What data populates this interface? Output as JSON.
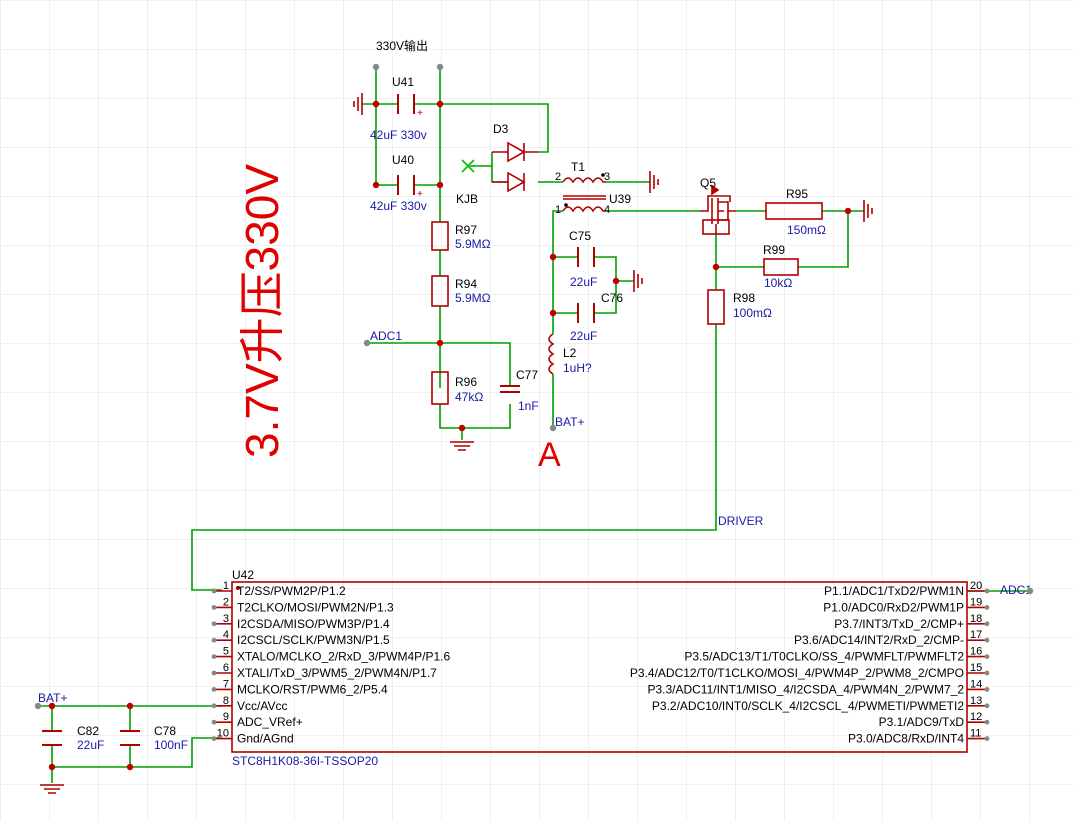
{
  "colors": {
    "wire": "#00a000",
    "part": "#b00000",
    "junction": "#c00000",
    "value": "#1a1aa8",
    "label": "#000000",
    "title": "#e00000",
    "grid": "#dcdcdc",
    "pinEnd": "#888888"
  },
  "title_vertical": "3.7V升压330V",
  "marker_a": "A",
  "output_label": "330V输出",
  "kjb_label": "KJB",
  "components": {
    "u41": {
      "ref": "U41",
      "value": "42uF 330v"
    },
    "u40": {
      "ref": "U40",
      "value": "42uF 330v"
    },
    "d3": {
      "ref": "D3"
    },
    "t1": {
      "ref": "T1",
      "pin2": "2",
      "pin3": "3"
    },
    "u39": {
      "ref": "U39",
      "pin1": "1",
      "pin4": "4"
    },
    "q5": {
      "ref": "Q5"
    },
    "r95": {
      "ref": "R95",
      "value": "150mΩ"
    },
    "r99": {
      "ref": "R99",
      "value": "10kΩ"
    },
    "r98": {
      "ref": "R98",
      "value": "100mΩ"
    },
    "r97": {
      "ref": "R97",
      "value": "5.9MΩ"
    },
    "r94": {
      "ref": "R94",
      "value": "5.9MΩ"
    },
    "r96": {
      "ref": "R96",
      "value": "47kΩ"
    },
    "c77": {
      "ref": "C77",
      "value": "1nF"
    },
    "c75": {
      "ref": "C75",
      "value": "22uF"
    },
    "c76": {
      "ref": "C76",
      "value": "22uF"
    },
    "l2": {
      "ref": "L2",
      "value": "1uH?"
    },
    "c82": {
      "ref": "C82",
      "value": "22uF"
    },
    "c78": {
      "ref": "C78",
      "value": "100nF"
    }
  },
  "nets": {
    "adc1": "ADC1",
    "bat_plus": "BAT+",
    "driver": "DRIVER"
  },
  "mcu": {
    "ref": "U42",
    "part": "STC8H1K08-36I-TSSOP20",
    "left_pins": [
      {
        "num": "1",
        "name": "T2/SS/PWM2P/P1.2"
      },
      {
        "num": "2",
        "name": "T2CLKO/MOSI/PWM2N/P1.3"
      },
      {
        "num": "3",
        "name": "I2CSDA/MISO/PWM3P/P1.4"
      },
      {
        "num": "4",
        "name": "I2CSCL/SCLK/PWM3N/P1.5"
      },
      {
        "num": "5",
        "name": "XTALO/MCLKO_2/RxD_3/PWM4P/P1.6"
      },
      {
        "num": "6",
        "name": "XTALI/TxD_3/PWM5_2/PWM4N/P1.7"
      },
      {
        "num": "7",
        "name": "MCLKO/RST/PWM6_2/P5.4"
      },
      {
        "num": "8",
        "name": "Vcc/AVcc"
      },
      {
        "num": "9",
        "name": "ADC_VRef+"
      },
      {
        "num": "10",
        "name": "Gnd/AGnd"
      }
    ],
    "right_pins": [
      {
        "num": "20",
        "name": "P1.1/ADC1/TxD2/PWM1N"
      },
      {
        "num": "19",
        "name": "P1.0/ADC0/RxD2/PWM1P"
      },
      {
        "num": "18",
        "name": "P3.7/INT3/TxD_2/CMP+"
      },
      {
        "num": "17",
        "name": "P3.6/ADC14/INT2/RxD_2/CMP-"
      },
      {
        "num": "16",
        "name": "P3.5/ADC13/T1/T0CLKO/SS_4/PWMFLT/PWMFLT2"
      },
      {
        "num": "15",
        "name": "P3.4/ADC12/T0/T1CLKO/MOSI_4/PWM4P_2/PWM8_2/CMPO"
      },
      {
        "num": "14",
        "name": "P3.3/ADC11/INT1/MISO_4/I2CSDA_4/PWM4N_2/PWM7_2"
      },
      {
        "num": "13",
        "name": "P3.2/ADC10/INT0/SCLK_4/I2CSCL_4/PWMETI/PWMETI2"
      },
      {
        "num": "12",
        "name": "P3.1/ADC9/TxD"
      },
      {
        "num": "11",
        "name": "P3.0/ADC8/RxD/INT4"
      }
    ]
  }
}
